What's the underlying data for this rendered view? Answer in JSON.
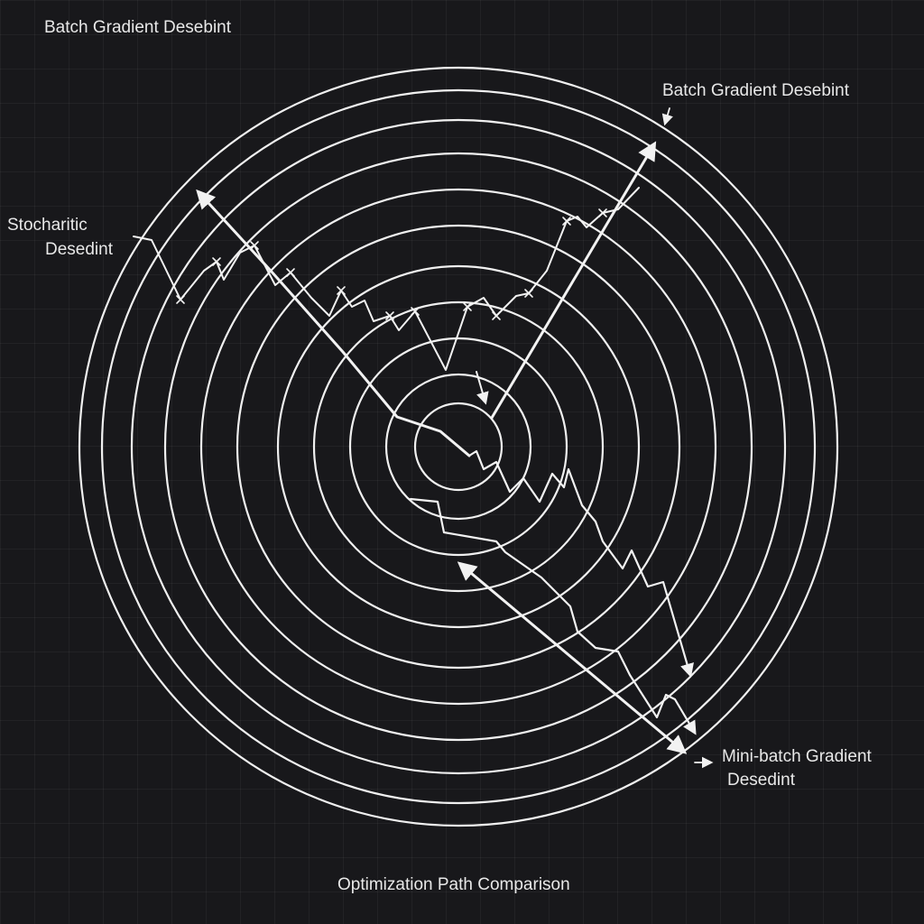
{
  "labels": {
    "top_left": "Batch Gradient Desebint",
    "top_right": "Batch Gradient Desebint",
    "stochastic_line1": "Stocharitic",
    "stochastic_line2": "Desedint",
    "minibatch_line1": "Mini-batch Gradient",
    "minibatch_line2": "Desedint",
    "caption": "Optimization Path Comparison"
  },
  "contours": {
    "levels": 11
  },
  "colors": {
    "background": "#18181b",
    "stroke": "#f2f2f2",
    "text": "#e8e8e8"
  }
}
